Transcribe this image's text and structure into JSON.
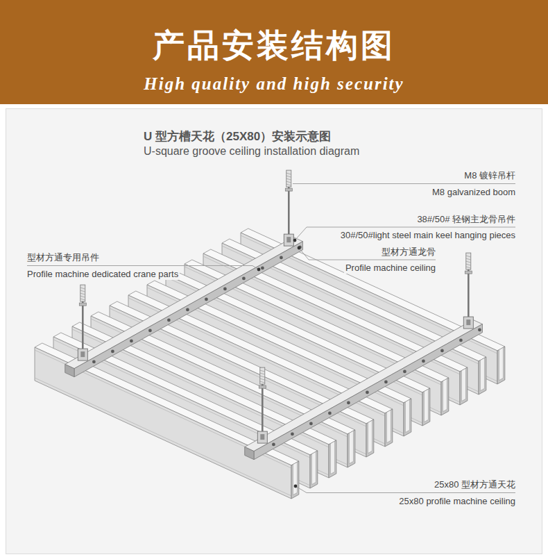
{
  "diagram": {
    "title": "产品安装结构图",
    "labels": [
      "High quality and high security",
      "U 型方槽天花（25X80）安装示意图",
      "U-square groove ceiling installation diagram",
      "M8 镀锌吊杆",
      "M8 galvanized boom",
      "38#/50# 轻钢主龙骨吊件",
      "30#/50#light steel main keel hanging pieces",
      "型材方通龙骨",
      "Profile machine ceiling",
      "型材方通专用吊件",
      "Profile machine dedicated crane parts",
      "25x80 型材方通天花",
      "25x80 profile machine ceiling"
    ]
  }
}
